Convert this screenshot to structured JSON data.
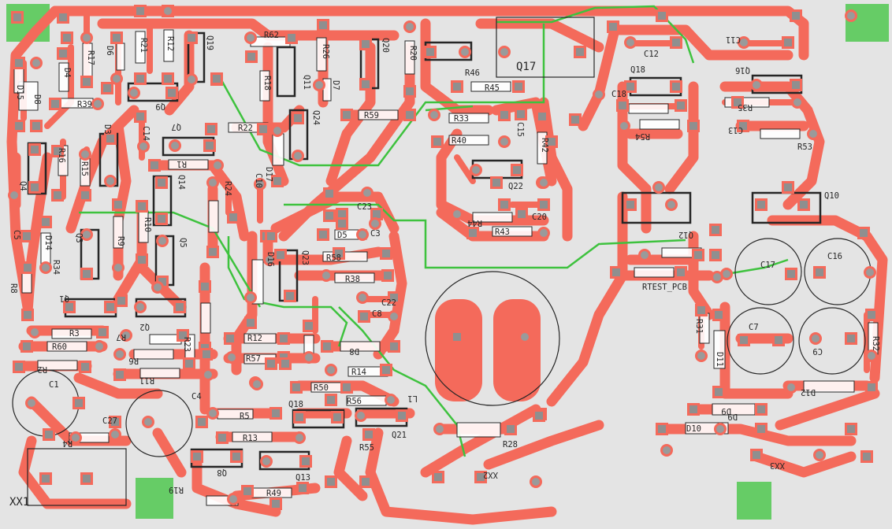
{
  "board": {
    "background": "#e4e4e4",
    "track_color": "#f46a5b",
    "airwire_color": "#3ec23e",
    "fiducial_color": "#66cc66",
    "pad_color": "#8f8f8f",
    "outline_color": "#262626"
  },
  "component_labels": [
    "R62",
    "R17",
    "R21",
    "R12",
    "Q19",
    "Q17",
    "R46",
    "R45",
    "C12",
    "C11",
    "Q18",
    "Q16",
    "R26",
    "Q20",
    "R20",
    "D4",
    "D6",
    "D15",
    "D8",
    "R39",
    "Q9",
    "Q11",
    "D7",
    "R18",
    "R59",
    "R33",
    "C15",
    "R42",
    "R40",
    "C18",
    "R35",
    "R54",
    "C13",
    "R53",
    "Q7",
    "R22",
    "Q24",
    "C14",
    "R16",
    "R15",
    "D3",
    "R1",
    "D17",
    "Q22",
    "Q4",
    "Q14",
    "R24",
    "C10",
    "C23",
    "R44",
    "C20",
    "R43",
    "Q12",
    "Q10",
    "C5",
    "R10",
    "R9",
    "D14",
    "Q3",
    "Q5",
    "D5",
    "C3",
    "D16",
    "Q23",
    "R58",
    "R38",
    "R34",
    "C17",
    "C16",
    "R8",
    "Q1",
    "Q2",
    "RTEST_PCB",
    "C22",
    "C8",
    "R31",
    "R32",
    "R3",
    "R60",
    "R7",
    "R23",
    "R12",
    "R6",
    "D9",
    "R57",
    "D8",
    "C7",
    "C9",
    "D11",
    "R2",
    "R11",
    "R14",
    "R50",
    "D12",
    "C1",
    "C4",
    "R5",
    "Q18",
    "R56",
    "L1",
    "C27",
    "R4",
    "R13",
    "Q21",
    "R55",
    "R28",
    "D9",
    "D10",
    "Q8",
    "Q13",
    "R19",
    "R49",
    "XX2",
    "XX3",
    "XX1"
  ]
}
